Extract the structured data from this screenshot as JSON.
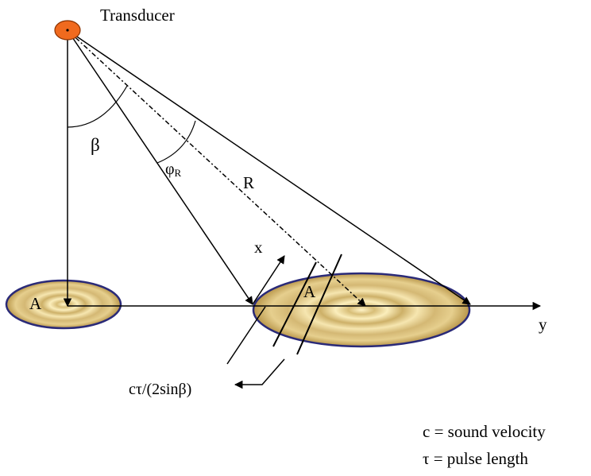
{
  "labels": {
    "transducer": "Transducer",
    "beta": "β",
    "phi": "φ",
    "phi_sub": "R",
    "range": "R",
    "x_axis": "x",
    "y_axis": "y",
    "area_left": "A",
    "area_right": "A",
    "footprint_formula": "cτ/(2sinβ)"
  },
  "legend": {
    "c_line": "c = sound velocity",
    "tau_line": "τ = pulse length"
  },
  "colors": {
    "transducer_fill": "#f06a1e",
    "ellipse_outline": "#2a2a78",
    "ellipse_light": "#fff4c8",
    "ellipse_mid": "#e2cc86",
    "ellipse_dark": "#b8964a"
  }
}
